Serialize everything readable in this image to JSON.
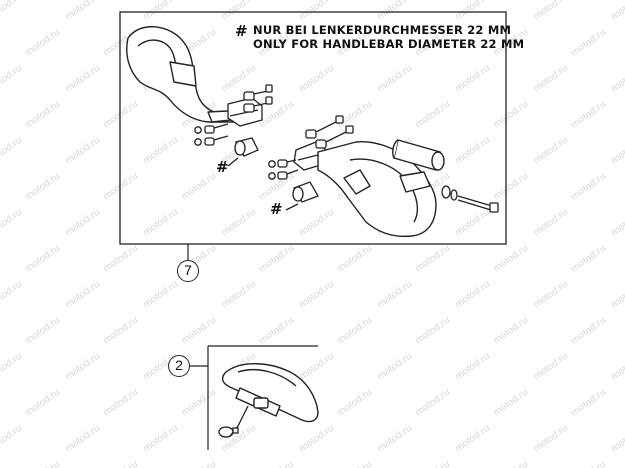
{
  "note": {
    "line_de": "NUR BEI LENKERDURCHMESSER 22 MM",
    "line_en": "ONLY FOR HANDLEBAR DIAMETER 22 MM",
    "marker": "#"
  },
  "part_refs": {
    "handguard_kit": "7",
    "spoiler": "2"
  },
  "watermark": "motod.ru",
  "colors": {
    "line": "#222222",
    "background": "#ffffff",
    "watermark": "#c8c8c8"
  }
}
